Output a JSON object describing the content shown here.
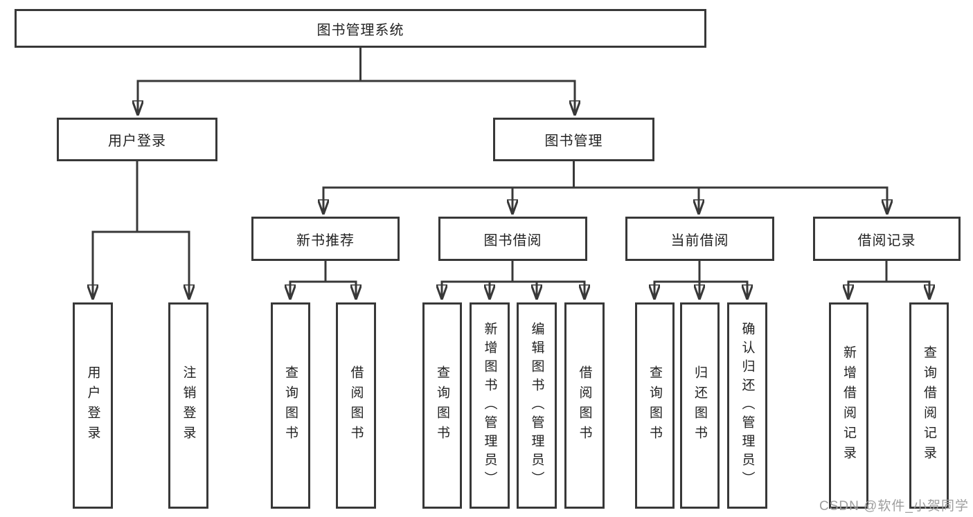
{
  "diagram": {
    "title": "图书管理系统",
    "nodes": {
      "root": "图书管理系统",
      "user_login": "用户登录",
      "book_management": "图书管理",
      "login": "用户登录",
      "logout": "注销登录",
      "new_book_recommend": "新书推荐",
      "book_borrow": "图书借阅",
      "current_borrow": "当前借阅",
      "borrow_record": "借阅记录",
      "nbr_query_book": "查询图书",
      "nbr_borrow_book": "借阅图书",
      "bb_query_book": "查询图书",
      "bb_add_book": "新增图书（管理员）",
      "bb_edit_book": "编辑图书（管理员）",
      "bb_borrow_book": "借阅图书",
      "cb_query_book": "查询图书",
      "cb_return_book": "归还图书",
      "cb_confirm_return": "确认归还（管理员）",
      "br_add_record": "新增借阅记录",
      "br_query_record": "查询借阅记录"
    },
    "edges": [
      [
        "root",
        "user_login"
      ],
      [
        "root",
        "book_management"
      ],
      [
        "user_login",
        "login"
      ],
      [
        "user_login",
        "logout"
      ],
      [
        "book_management",
        "new_book_recommend"
      ],
      [
        "book_management",
        "book_borrow"
      ],
      [
        "book_management",
        "current_borrow"
      ],
      [
        "book_management",
        "borrow_record"
      ],
      [
        "new_book_recommend",
        "nbr_query_book"
      ],
      [
        "new_book_recommend",
        "nbr_borrow_book"
      ],
      [
        "book_borrow",
        "bb_query_book"
      ],
      [
        "book_borrow",
        "bb_add_book"
      ],
      [
        "book_borrow",
        "bb_edit_book"
      ],
      [
        "book_borrow",
        "bb_borrow_book"
      ],
      [
        "current_borrow",
        "cb_query_book"
      ],
      [
        "current_borrow",
        "cb_return_book"
      ],
      [
        "current_borrow",
        "cb_confirm_return"
      ],
      [
        "borrow_record",
        "br_add_record"
      ],
      [
        "borrow_record",
        "br_query_record"
      ]
    ],
    "colors": {
      "line": "#383838",
      "box_border": "#383838",
      "box_fill": "#ffffff",
      "text": "#222222",
      "watermark": "#9e9e9e",
      "background": "#ffffff"
    }
  },
  "watermark": "CSDN @软件_小贺同学"
}
